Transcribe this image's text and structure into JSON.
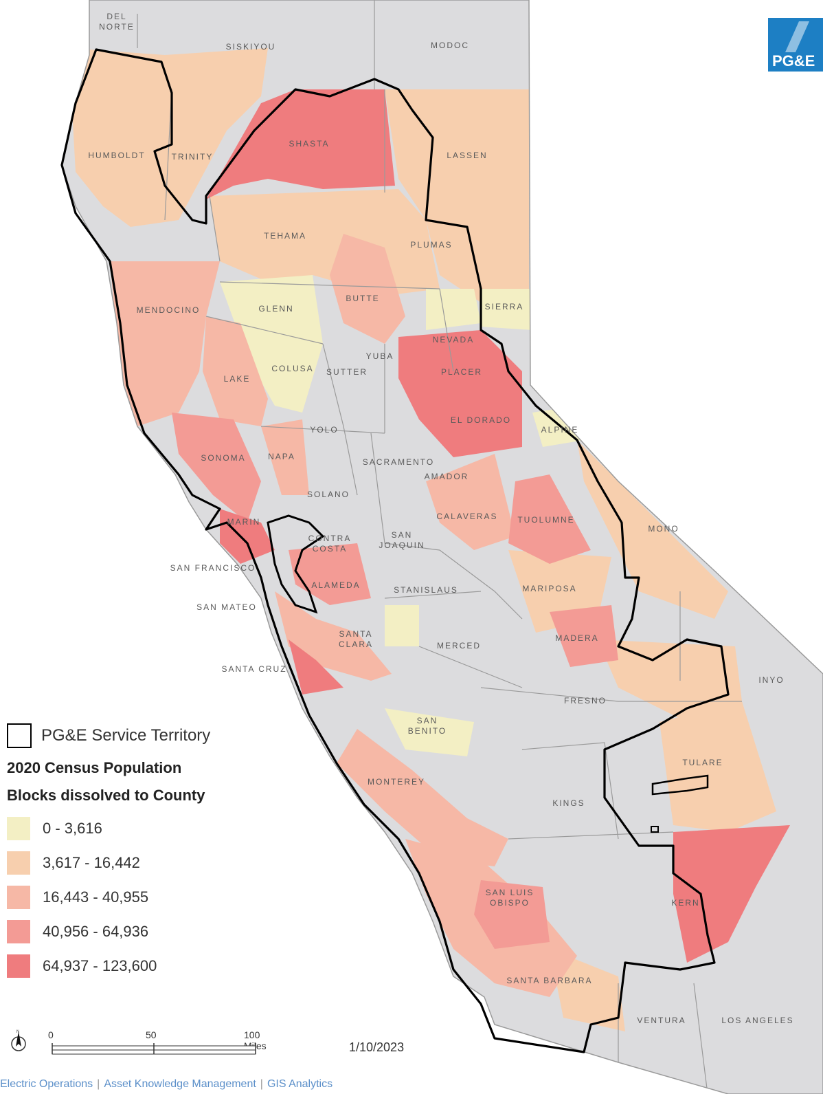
{
  "map": {
    "counties": [
      {
        "id": "del-norte",
        "label": "DEL\nNORTE"
      },
      {
        "id": "siskiyou",
        "label": "SISKIYOU"
      },
      {
        "id": "modoc",
        "label": "MODOC"
      },
      {
        "id": "humboldt",
        "label": "HUMBOLDT"
      },
      {
        "id": "trinity",
        "label": "TRINITY"
      },
      {
        "id": "shasta",
        "label": "SHASTA"
      },
      {
        "id": "lassen",
        "label": "LASSEN"
      },
      {
        "id": "tehama",
        "label": "TEHAMA"
      },
      {
        "id": "plumas",
        "label": "PLUMAS"
      },
      {
        "id": "mendocino",
        "label": "MENDOCINO"
      },
      {
        "id": "glenn",
        "label": "GLENN"
      },
      {
        "id": "butte",
        "label": "BUTTE"
      },
      {
        "id": "sierra",
        "label": "SIERRA"
      },
      {
        "id": "nevada",
        "label": "NEVADA"
      },
      {
        "id": "yuba",
        "label": "YUBA"
      },
      {
        "id": "colusa",
        "label": "COLUSA"
      },
      {
        "id": "sutter",
        "label": "SUTTER"
      },
      {
        "id": "lake",
        "label": "LAKE"
      },
      {
        "id": "placer",
        "label": "PLACER"
      },
      {
        "id": "el-dorado",
        "label": "EL DORADO"
      },
      {
        "id": "alpine",
        "label": "ALPINE"
      },
      {
        "id": "yolo",
        "label": "YOLO"
      },
      {
        "id": "sonoma",
        "label": "SONOMA"
      },
      {
        "id": "napa",
        "label": "NAPA"
      },
      {
        "id": "sacramento",
        "label": "SACRAMENTO"
      },
      {
        "id": "amador",
        "label": "AMADOR"
      },
      {
        "id": "solano",
        "label": "SOLANO"
      },
      {
        "id": "marin",
        "label": "MARIN"
      },
      {
        "id": "contra-costa",
        "label": "CONTRA\nCOSTA"
      },
      {
        "id": "san-joaquin",
        "label": "SAN\nJOAQUIN"
      },
      {
        "id": "calaveras",
        "label": "CALAVERAS"
      },
      {
        "id": "tuolumne",
        "label": "TUOLUMNE"
      },
      {
        "id": "mono",
        "label": "MONO"
      },
      {
        "id": "san-francisco",
        "label": "SAN FRANCISCO"
      },
      {
        "id": "alameda",
        "label": "ALAMEDA"
      },
      {
        "id": "stanislaus",
        "label": "STANISLAUS"
      },
      {
        "id": "mariposa",
        "label": "MARIPOSA"
      },
      {
        "id": "san-mateo",
        "label": "SAN MATEO"
      },
      {
        "id": "santa-clara",
        "label": "SANTA\nCLARA"
      },
      {
        "id": "merced",
        "label": "MERCED"
      },
      {
        "id": "madera",
        "label": "MADERA"
      },
      {
        "id": "santa-cruz",
        "label": "SANTA CRUZ"
      },
      {
        "id": "inyo",
        "label": "INYO"
      },
      {
        "id": "fresno",
        "label": "FRESNO"
      },
      {
        "id": "san-benito",
        "label": "SAN\nBENITO"
      },
      {
        "id": "tulare",
        "label": "TULARE"
      },
      {
        "id": "monterey",
        "label": "MONTEREY"
      },
      {
        "id": "kings",
        "label": "KINGS"
      },
      {
        "id": "san-luis-obispo",
        "label": "SAN LUIS\nOBISPO"
      },
      {
        "id": "kern",
        "label": "KERN"
      },
      {
        "id": "santa-barbara",
        "label": "SANTA BARBARA"
      },
      {
        "id": "ventura",
        "label": "VENTURA"
      },
      {
        "id": "los-angeles",
        "label": "LOS ANGELES"
      }
    ]
  },
  "legend": {
    "territory_label": "PG&E Service Territory",
    "heading_line1": "2020 Census Population",
    "heading_line2": "Blocks dissolved to County",
    "classes": [
      {
        "label": "0 - 3,616",
        "color": "#f3efc4"
      },
      {
        "label": "3,617 - 16,442",
        "color": "#f7cfae"
      },
      {
        "label": "16,443 - 40,955",
        "color": "#f6b8a6"
      },
      {
        "label": "40,956 - 64,936",
        "color": "#f39b95"
      },
      {
        "label": "64,937 - 123,600",
        "color": "#ef7c7e"
      }
    ],
    "base_color": "#dcdcde",
    "border_color": "#9a9a9a"
  },
  "scale": {
    "ticks": [
      "0",
      "50",
      "100 Miles"
    ],
    "north_icon": "north-arrow-icon"
  },
  "date": "1/10/2023",
  "footer": {
    "items": [
      "Electric Operations",
      "Asset Knowledge Management",
      "GIS Analytics"
    ]
  },
  "logo": {
    "text": "PG&E",
    "color": "#1d7fc4"
  }
}
